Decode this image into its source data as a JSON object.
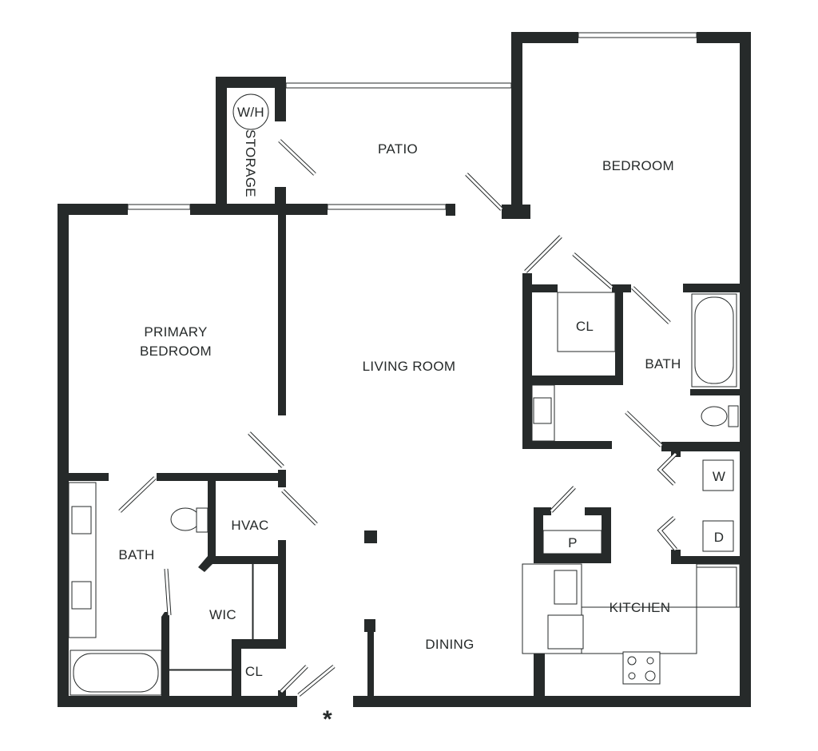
{
  "colors": {
    "wall": "#262a2a",
    "background": "#ffffff"
  },
  "rooms": {
    "patio": "PATIO",
    "bedroom": "BEDROOM",
    "primary_bedroom_line1": "PRIMARY",
    "primary_bedroom_line2": "BEDROOM",
    "living_room": "LIVING ROOM",
    "closet_upper": "CL",
    "bath_right": "BATH",
    "washer": "W",
    "dryer": "D",
    "pantry": "P",
    "kitchen": "KITCHEN",
    "dining": "DINING",
    "bath_left": "BATH",
    "hvac": "HVAC",
    "wic": "WIC",
    "closet_lower": "CL",
    "water_heater": "W/H",
    "storage": "STORAGE"
  },
  "entry_marker": "*"
}
